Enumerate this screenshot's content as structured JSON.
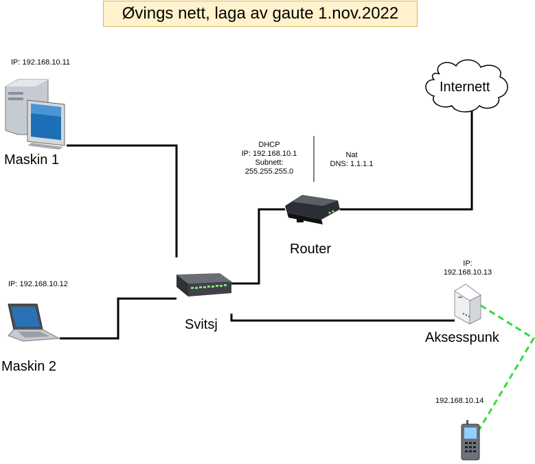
{
  "title": "Øvings nett, laga av gaute 1.nov.2022",
  "nodes": {
    "maskin1": {
      "label": "Maskin 1",
      "ip": "IP: 192.168.10.11"
    },
    "maskin2": {
      "label": "Maskin 2",
      "ip": "IP: 192.168.10.12"
    },
    "switch": {
      "label": "Svitsj"
    },
    "router": {
      "label": "Router",
      "left_info": [
        "DHCP",
        "IP: 192.168.10.1",
        "Subnett:",
        "255.255.255.0"
      ],
      "right_info": [
        "Nat",
        "DNS: 1.1.1.1"
      ]
    },
    "internet": {
      "label": "Internett"
    },
    "access_point": {
      "label": "Aksesspunk",
      "ip": [
        "IP:",
        "192.168.10.13"
      ]
    },
    "phone": {
      "ip": "192.168.10.14"
    }
  },
  "colors": {
    "title_fill": "#fff2cc",
    "title_border": "#d6b656",
    "wireless_link": "#33dd33",
    "wired_link": "#000000"
  }
}
